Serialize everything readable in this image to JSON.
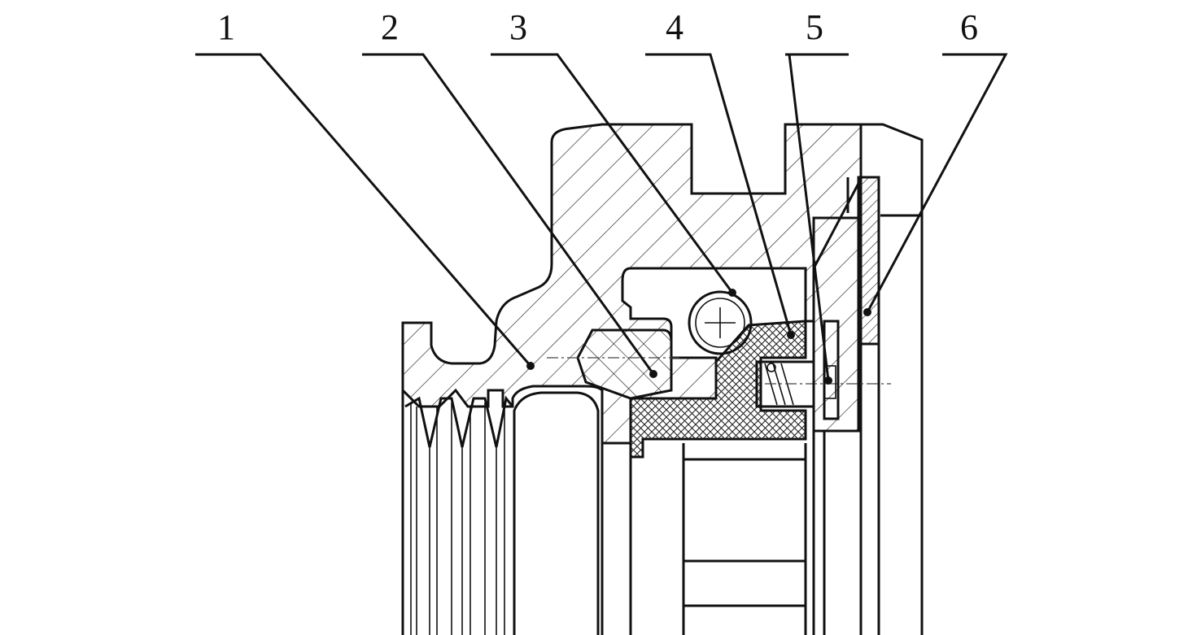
{
  "labels": [
    "1",
    "2",
    "3",
    "4",
    "5",
    "6"
  ]
}
